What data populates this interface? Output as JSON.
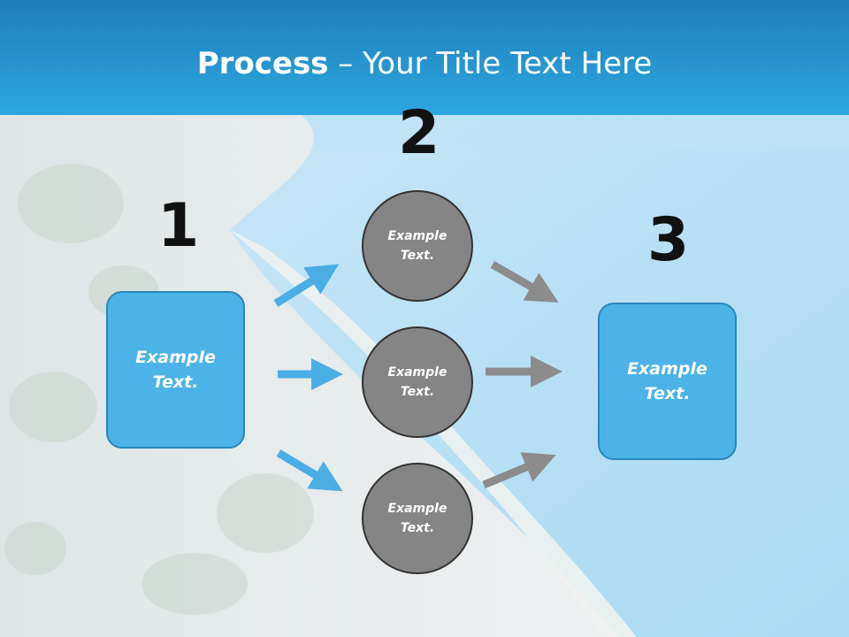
{
  "title": {
    "bold": "Process",
    "rest": " – Your Title Text Here"
  },
  "steps": [
    {
      "number": "1",
      "label_line1": "Example",
      "label_line2": "Text."
    },
    {
      "number": "2"
    },
    {
      "number": "3",
      "label_line1": "Example",
      "label_line2": "Text."
    }
  ],
  "circles": [
    {
      "line1": "Example",
      "line2": "Text."
    },
    {
      "line1": "Example",
      "line2": "Text."
    },
    {
      "line1": "Example",
      "line2": "Text."
    }
  ],
  "colors": {
    "accent": "#4bb3e8",
    "circle": "#858585",
    "arrow_blue": "#4aaee4",
    "arrow_gray": "#8c8c8c"
  }
}
